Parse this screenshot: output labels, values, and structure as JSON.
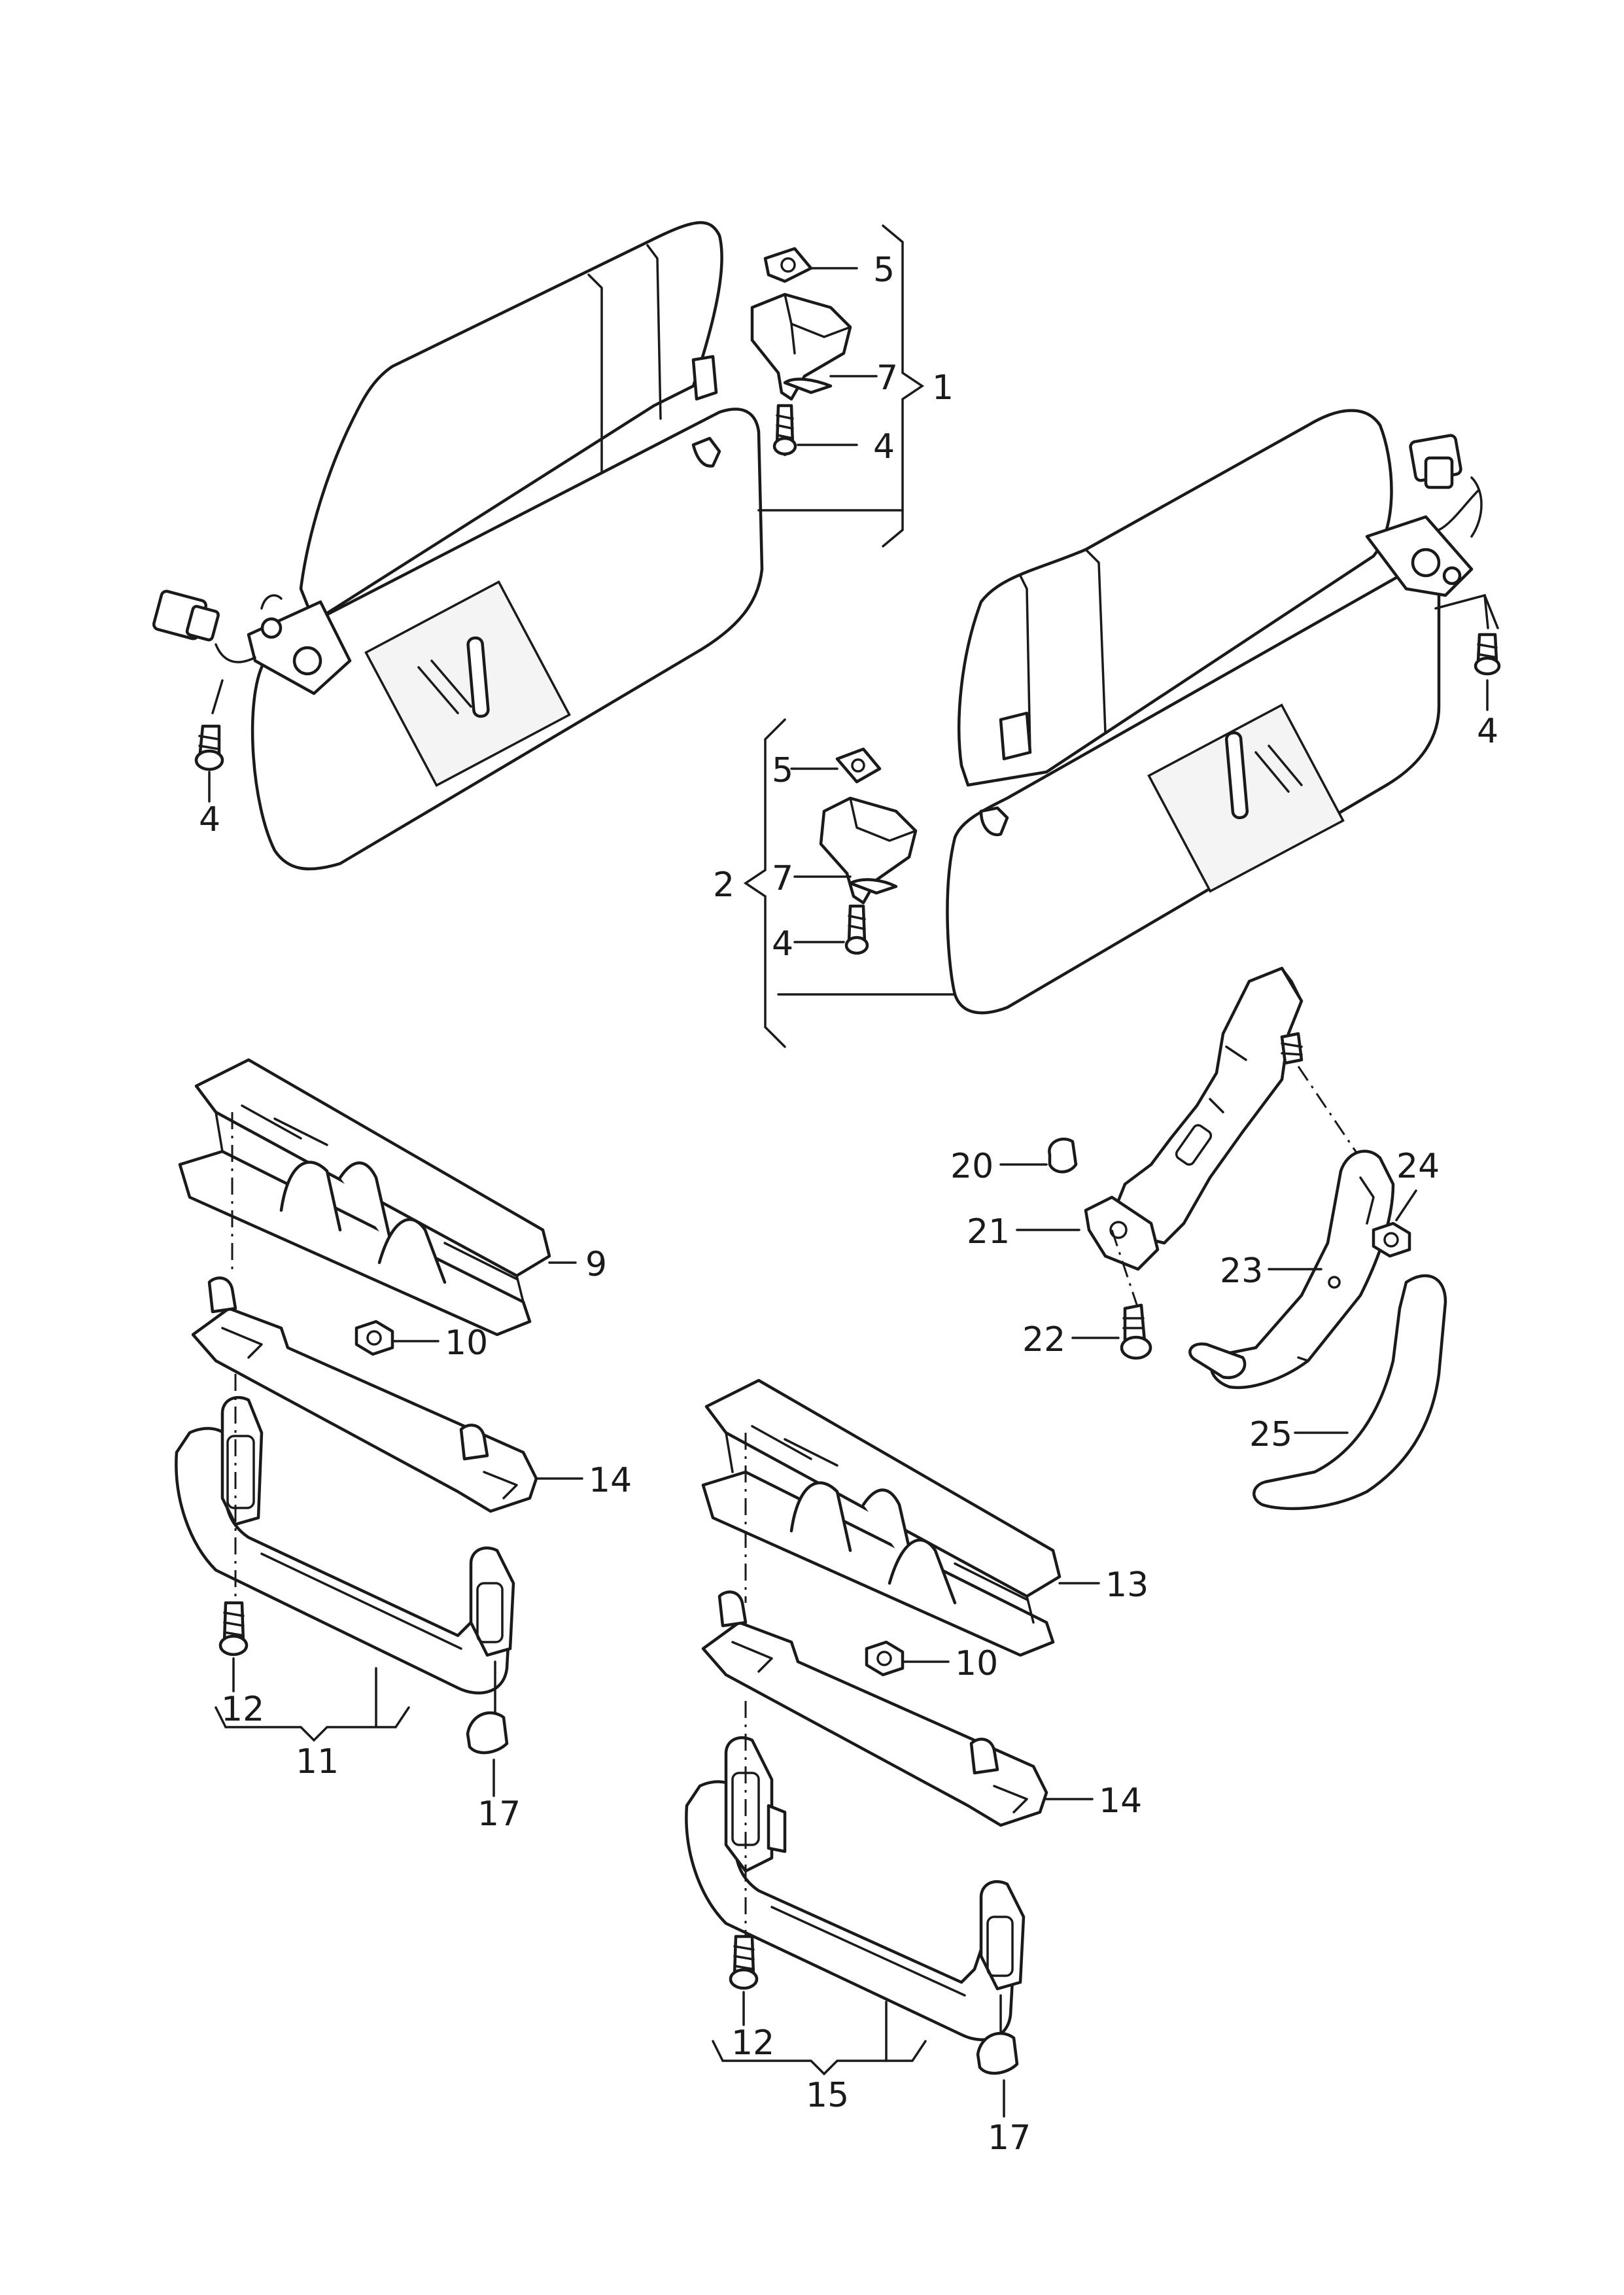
{
  "callouts": [
    {
      "id": "c1",
      "text": "1"
    },
    {
      "id": "c2",
      "text": "2"
    },
    {
      "id": "c4a",
      "text": "4"
    },
    {
      "id": "c4b",
      "text": "4"
    },
    {
      "id": "c4c",
      "text": "4"
    },
    {
      "id": "c4d",
      "text": "4"
    },
    {
      "id": "c5a",
      "text": "5"
    },
    {
      "id": "c5b",
      "text": "5"
    },
    {
      "id": "c7a",
      "text": "7"
    },
    {
      "id": "c7b",
      "text": "7"
    },
    {
      "id": "c9",
      "text": "9"
    },
    {
      "id": "c10a",
      "text": "10"
    },
    {
      "id": "c10b",
      "text": "10"
    },
    {
      "id": "c11",
      "text": "11"
    },
    {
      "id": "c12a",
      "text": "12"
    },
    {
      "id": "c12b",
      "text": "12"
    },
    {
      "id": "c13",
      "text": "13"
    },
    {
      "id": "c14a",
      "text": "14"
    },
    {
      "id": "c14b",
      "text": "14"
    },
    {
      "id": "c15",
      "text": "15"
    },
    {
      "id": "c17a",
      "text": "17"
    },
    {
      "id": "c17b",
      "text": "17"
    },
    {
      "id": "c20",
      "text": "20"
    },
    {
      "id": "c21",
      "text": "21"
    },
    {
      "id": "c22",
      "text": "22"
    },
    {
      "id": "c23",
      "text": "23"
    },
    {
      "id": "c24",
      "text": "24"
    },
    {
      "id": "c25",
      "text": "25"
    }
  ]
}
